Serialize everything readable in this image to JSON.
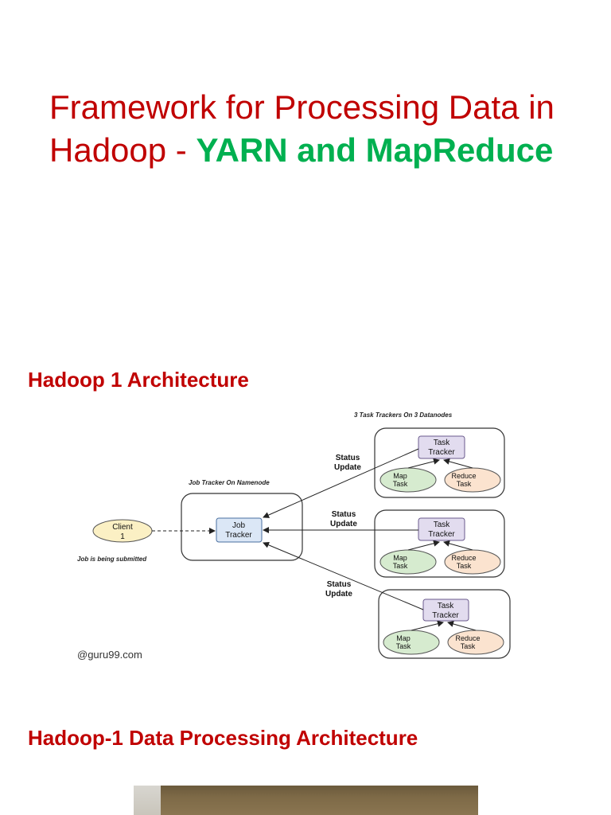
{
  "title": {
    "line1": "Framework for Processing Data in",
    "line2_prefix": "Hadoop - ",
    "line2_highlight": "YARN and MapReduce"
  },
  "sections": {
    "hadoop1": "Hadoop 1 Architecture",
    "hadoop1_data": "Hadoop-1 Data Processing Architecture"
  },
  "diagram": {
    "top_caption": "3 Task Trackers On 3 Datanodes",
    "jobtracker_caption": "Job Tracker On Namenode",
    "client_line1": "Client",
    "client_line2": "1",
    "job_submitted": "Job is being submitted",
    "jobtracker_line1": "Job",
    "jobtracker_line2": "Tracker",
    "status_line1": "Status",
    "status_line2": "Update",
    "tasktracker_line1": "Task",
    "tasktracker_line2": "Tracker",
    "map_line1": "Map",
    "map_line2": "Task",
    "reduce_line1": "Reduce",
    "reduce_line2": "Task",
    "watermark": "@guru99.com",
    "colors": {
      "client_fill": "#fbf0c4",
      "tracker_fill": "#dbe7f6",
      "tasktracker_fill": "#e2dcef",
      "map_fill": "#d6ebcf",
      "reduce_fill": "#fbe3cf"
    }
  }
}
